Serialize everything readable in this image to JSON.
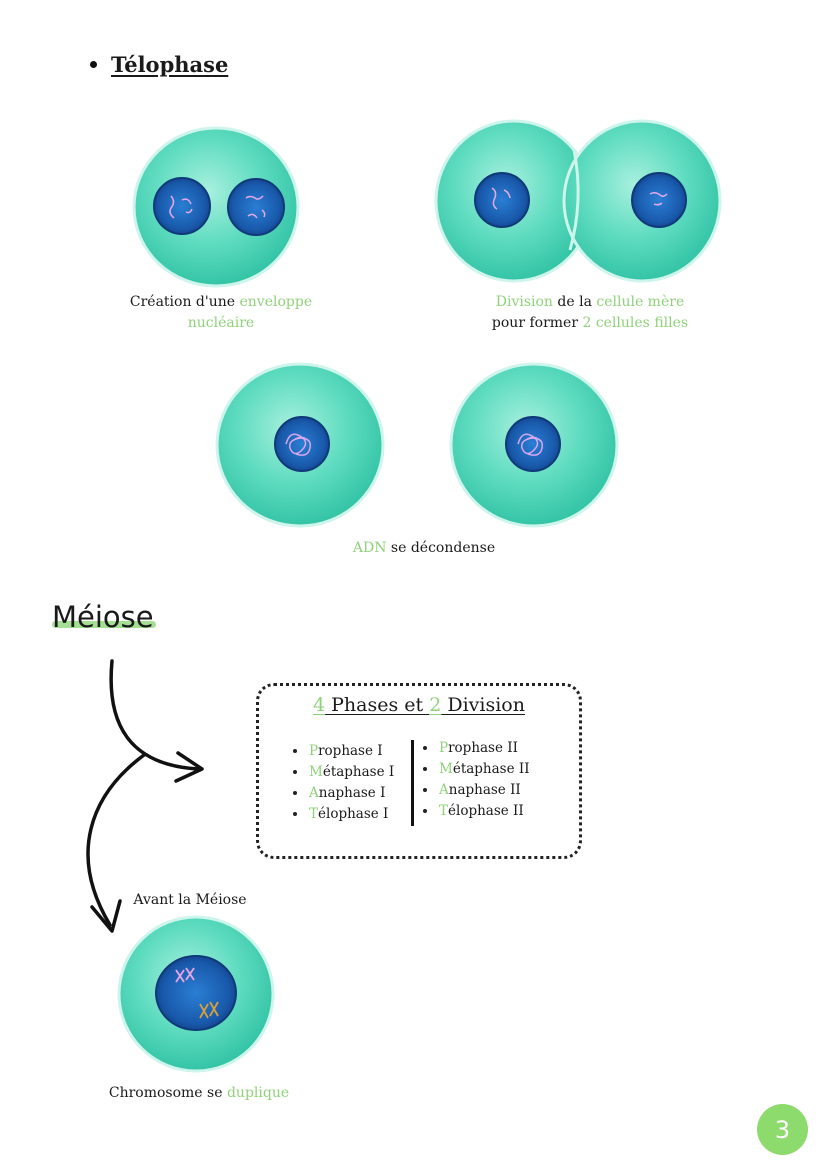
{
  "telophase": {
    "title": "Télophase",
    "caption_envelope": {
      "part1": "Création d'une ",
      "part2": "enveloppe",
      "part3": "nucléaire"
    },
    "caption_division": {
      "part1": "Division",
      "part2": " de la ",
      "part3": "cellule mère",
      "part4": "pour former ",
      "part5": "2 cellules filles"
    },
    "caption_adn": {
      "part1": "ADN",
      "part2": " se décondense"
    }
  },
  "meiose": {
    "title": "Méiose",
    "box": {
      "title_num1": "4",
      "title_mid": " Phases et ",
      "title_num2": "2",
      "title_end": " Division",
      "list1": [
        {
          "first": "P",
          "rest": "rophase I"
        },
        {
          "first": "M",
          "rest": "étaphase I"
        },
        {
          "first": "A",
          "rest": "naphase I"
        },
        {
          "first": "T",
          "rest": "élophase I"
        }
      ],
      "list2": [
        {
          "first": "P",
          "rest": "rophase II"
        },
        {
          "first": "M",
          "rest": "étaphase II"
        },
        {
          "first": "A",
          "rest": "naphase II"
        },
        {
          "first": "T",
          "rest": "élophase II"
        }
      ]
    },
    "before_label": "Avant la Méiose",
    "caption_duplique": {
      "part1": "Chromosome se ",
      "part2": "duplique"
    }
  },
  "page_number": "3",
  "colors": {
    "accent_green": "#8fd27a",
    "cell_cytoplasm": "#4fd3b8",
    "nucleus": "#1a5aa8",
    "badge": "#8ddb6c"
  }
}
